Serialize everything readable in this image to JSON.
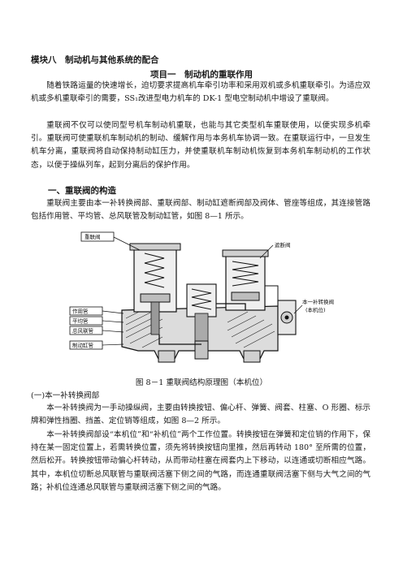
{
  "module_title": "模块八　制动机与其他系统的配合",
  "project_title": "项目一　制动机的重联作用",
  "intro_paragraphs": [
    "随着铁路运量的快速增长，迫切要求提高机车牵引功率和采用双机或多机重联牵引。为适应双机或多机重联牵引的需要，SS₁改进型电力机车的 DK-1 型电空制动机中增设了重联阀。",
    "重联阀不仅可以使同型号机车制动机重联，也能与其它类型机车重联使用，以便实现多机牵引。重联阀可使重联机车制动机的制动、缓解作用与本务机车协调一致。在重联运行中，一旦发生机车分离，重联阀将自动保持制动缸压力，并使重联机车制动机恢复到本务机车制动机的工作状态，以便于操纵列车，起到分离后的保护作用。"
  ],
  "section1_heading": "一、重联阀的构造",
  "section1_paragraph": "重联阀主要由本一补转换阀部、重联阀部、制动缸遮断阀部及阀体、管座等组成，其连接管路包括作用管、平均管、总风联管及制动缸管，如图 8—1 所示。",
  "figure": {
    "labels": {
      "lianfa": "重联阀",
      "zheduan": "遮断阀",
      "zuoyong": "作用管",
      "pingjun": "平均管",
      "zongfeng": "总风联管",
      "zhidong": "制动缸管",
      "zhuanhuan_1": "本一补转换阀",
      "zhuanhuan_2": "(本机位)"
    },
    "caption": "图 8－1  重联阀结构原理图（本机位）"
  },
  "subsection1_heading": "(一)本一补转换阀部",
  "subsection1_paragraphs": [
    "本一补转换阀为一手动操纵阀，主要由转换按钮、偏心杆、弹簧、阀套、柱塞、O 形圈、标示牌和弹性挡圈、挡盖、定位销等组成，如图 8—2 所示。",
    "本一补转换阀部设“本机位”和“补机位”两个工作位置。转换按钮在弹簧和定位销的作用下，保持在某一固定位置上，若需转换位置，须先将转换按钮向里推，然后再转动 180° 至所需的位置，然后松开。转换按钮带动偏心杆转动，从而带动柱塞在阀套内上下移动，以连通或切断相应气路。其中，本机位切断总风联管与重联阀活塞下侧之间的气路，而连通重联阀活塞下侧与大气之间的气路；补机位连通总风联管与重联阀活塞下侧之间的气路。"
  ]
}
